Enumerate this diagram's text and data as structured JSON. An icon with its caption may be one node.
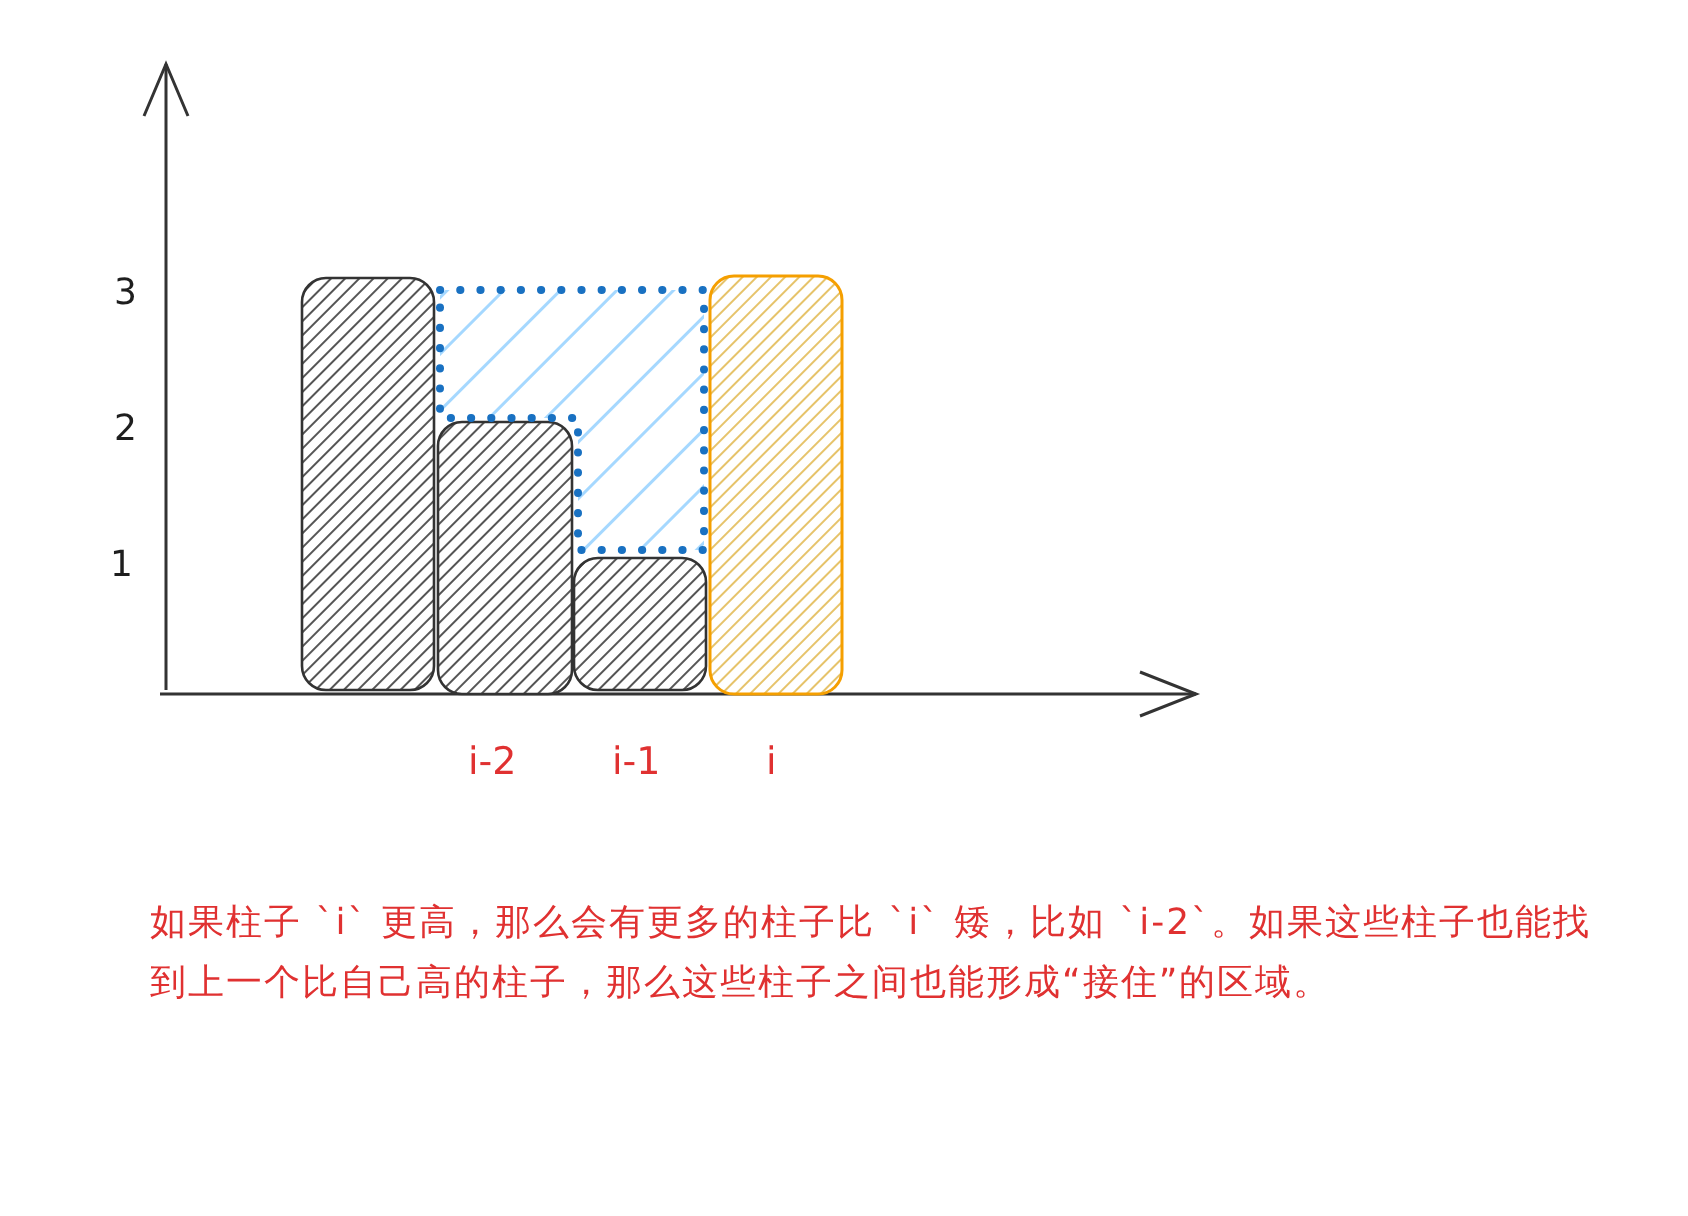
{
  "diagram": {
    "labels": [
      "3",
      "2",
      "1",
      "i-2",
      "i-1",
      "i",
      "如果柱子 `i` 更高，那么会有更多的柱子比 `i` 矮，比如 `i-2`。如果这些柱子也能找到上一个比自己高的柱子，那么这些柱子之间也能形成“接住”的区域。"
    ]
  }
}
